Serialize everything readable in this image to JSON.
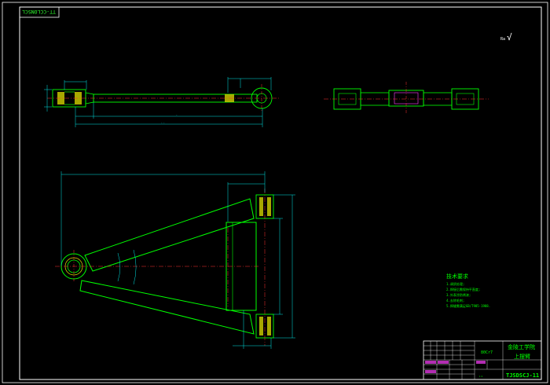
{
  "drawing_code": "TT-CCLONSCL",
  "roughness_note": "√",
  "tech_requirements": {
    "heading": "技术要求",
    "items": [
      "1.调质处理;",
      "2.焊接后需保持平直度;",
      "3.外表涂防锈漆;",
      "4.去除毛刺;",
      "5.焊缝需满足GB/T985-1988."
    ]
  },
  "title_block": {
    "material": "80Cr7",
    "school": "金陵工学院",
    "part_name": "上摆臂",
    "drawing_number": "TJSDSCJ-11",
    "scale": "1:1"
  },
  "colors": {
    "border": "#ffffff",
    "outline": "#00ff00",
    "dimension": "#00e5e5",
    "center": "#ff3030",
    "hatch": "#e0e000",
    "tag": "#30ff30",
    "magenta": "#ff40ff"
  }
}
